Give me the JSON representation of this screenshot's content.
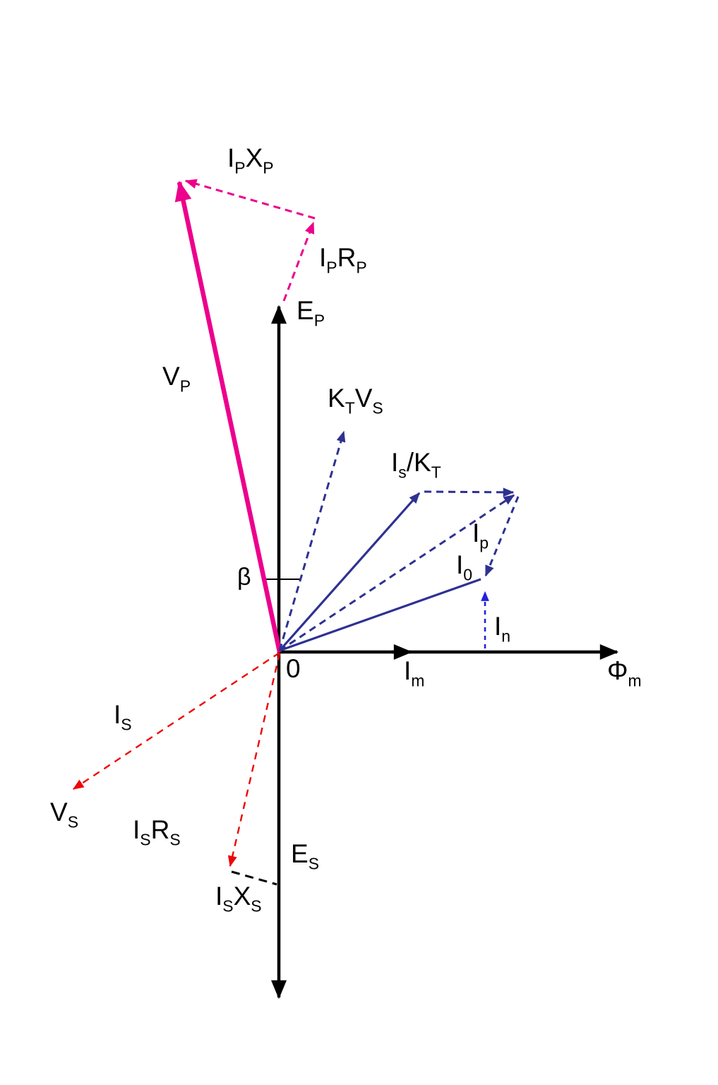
{
  "colors": {
    "axis": "#000000",
    "magenta": "#EC008C",
    "navy": "#2E3192",
    "blue": "#2222DD",
    "red": "#EE0606"
  },
  "labels": {
    "ipxp": {
      "p1": "I",
      "s1": "P",
      "p2": "X",
      "s2": "P"
    },
    "iprp": {
      "p1": "I",
      "s1": "P",
      "p2": "R",
      "s2": "P"
    },
    "ep": {
      "p1": "E",
      "s1": "P"
    },
    "vp": {
      "p1": "V",
      "s1": "P"
    },
    "ktvs": {
      "p1": "K",
      "s1": "T",
      "p2": "V",
      "s2": "S"
    },
    "iskt": {
      "p1": "I",
      "s1": "s",
      "p2": "/K",
      "s2": "T"
    },
    "ip": {
      "p1": "I",
      "s1": "p"
    },
    "i0": {
      "p1": "I",
      "s1": "0"
    },
    "in": {
      "p1": "I",
      "s1": "n"
    },
    "beta": {
      "p1": "β"
    },
    "zero": {
      "p1": "0"
    },
    "im": {
      "p1": "I",
      "s1": "m"
    },
    "phim": {
      "p1": "Φ",
      "s1": "m"
    },
    "is": {
      "p1": "I",
      "s1": "S"
    },
    "vs": {
      "p1": "V",
      "s1": "S"
    },
    "isrs": {
      "p1": "I",
      "s1": "S",
      "p2": "R",
      "s2": "S"
    },
    "es": {
      "p1": "E",
      "s1": "S"
    },
    "isxs": {
      "p1": "I",
      "s1": "S",
      "p2": "X",
      "s2": "S"
    }
  },
  "vectors": [
    {
      "id": "vp",
      "label": "V_P",
      "color": "#EC008C",
      "style": "solid-thick",
      "role": "primary terminal voltage"
    },
    {
      "id": "ipxp",
      "label": "I_P X_P",
      "color": "#EC008C",
      "style": "dashed",
      "role": "primary reactance drop"
    },
    {
      "id": "iprp",
      "label": "I_P R_P",
      "color": "#EC008C",
      "style": "dashed",
      "role": "primary resistance drop"
    },
    {
      "id": "ep",
      "label": "E_P",
      "color": "#000000",
      "style": "solid-axis",
      "role": "primary induced emf (up axis)"
    },
    {
      "id": "ktvs",
      "label": "K_T V_S",
      "color": "#2E3192",
      "style": "dashed",
      "role": "referred secondary voltage"
    },
    {
      "id": "iskt",
      "label": "I_s/K_T",
      "color": "#2E3192",
      "style": "solid",
      "role": "referred secondary current"
    },
    {
      "id": "ip",
      "label": "I_p",
      "color": "#2E3192",
      "style": "dashed",
      "role": "primary current"
    },
    {
      "id": "i0",
      "label": "I_0",
      "color": "#2E3192",
      "style": "solid",
      "role": "no-load current"
    },
    {
      "id": "in",
      "label": "I_n",
      "color": "#2222DD",
      "style": "dashed",
      "role": "vertical component of no-load current"
    },
    {
      "id": "im",
      "label": "I_m",
      "color": "#000000",
      "style": "axis-marker",
      "role": "magnetizing current along flux axis"
    },
    {
      "id": "phim",
      "label": "Φ_m",
      "color": "#000000",
      "style": "solid-axis",
      "role": "mutual flux (horizontal axis)"
    },
    {
      "id": "is",
      "label": "I_S",
      "color": "#EE0606",
      "style": "dashed",
      "role": "secondary current"
    },
    {
      "id": "vs",
      "label": "V_S",
      "color": "#EE0606",
      "style": "dashed",
      "role": "secondary terminal voltage (at arrow tip)"
    },
    {
      "id": "isrs",
      "label": "I_S R_S",
      "color": "#EE0606",
      "style": "dashed",
      "role": "secondary resistance drop"
    },
    {
      "id": "isxs",
      "label": "I_S X_S",
      "color": "#000000",
      "style": "dashed",
      "role": "secondary reactance drop"
    },
    {
      "id": "es",
      "label": "E_S",
      "color": "#000000",
      "style": "solid-axis",
      "role": "secondary induced emf (down axis)"
    },
    {
      "id": "beta",
      "label": "β",
      "color": "#000000",
      "style": "angle",
      "role": "phase angle between vertical axis and V_P"
    },
    {
      "id": "origin",
      "label": "0",
      "color": "#000000",
      "style": "point",
      "role": "origin"
    }
  ]
}
